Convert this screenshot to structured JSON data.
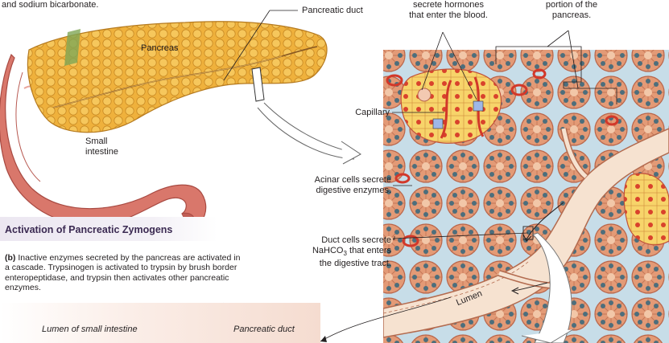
{
  "labels": {
    "top_left_text": "and sodium bicarbonate.",
    "pancreatic_duct": "Pancreatic duct",
    "pancreas": "Pancreas",
    "small_intestine_line1": "Small",
    "small_intestine_line2": "intestine",
    "islet_hormones_line1": "secrete hormones",
    "islet_hormones_line2": "that enter the blood.",
    "portion_line1": "portion of the",
    "portion_line2": "pancreas.",
    "capillary": "Capillary",
    "acinar_line1": "Acinar cells secrete",
    "acinar_line2": "digestive enzymes.",
    "duct_cells_line1": "Duct cells secrete",
    "duct_cells_line2_pre": "NaHCO",
    "duct_cells_line2_sub": "3",
    "duct_cells_line2_post": " that enters",
    "duct_cells_line3": "the digestive tract.",
    "lumen": "Lumen"
  },
  "section": {
    "title": "Activation of Pancreatic Zymogens",
    "caption_tag": "(b)",
    "caption_text": " Inactive enzymes secreted by the pancreas are activated in a cascade. Trypsinogen is activated to trypsin by brush border enteropeptidase, and trypsin then activates other pancreatic enzymes."
  },
  "bottom_panel": {
    "left_label": "Lumen of small intestine",
    "right_label": "Pancreatic duct"
  },
  "colors": {
    "pancreas": "#f1b53a",
    "intestine": "#d9776b",
    "acinar_cell": "#e08f6d",
    "nucleus": "#4a6a78",
    "islet": "#f6cd5c",
    "connective": "#bfd7e3",
    "lumen": "#f7e3d2",
    "section_title": "#3b2a52"
  }
}
